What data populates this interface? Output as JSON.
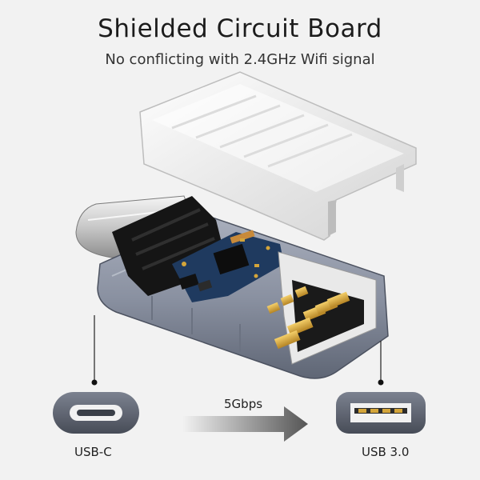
{
  "header": {
    "title": "Shielded Circuit Board",
    "subtitle": "No conflicting with 2.4GHz Wifi signal"
  },
  "ports": {
    "left_label": "USB-C",
    "right_label": "USB 3.0"
  },
  "transfer": {
    "speed_label": "5Gbps"
  },
  "colors": {
    "background": "#f2f2f2",
    "shell": "#8c93a3",
    "pcb": "#1f3a5f",
    "gold": "#d4a53a",
    "black_plastic": "#151515"
  }
}
